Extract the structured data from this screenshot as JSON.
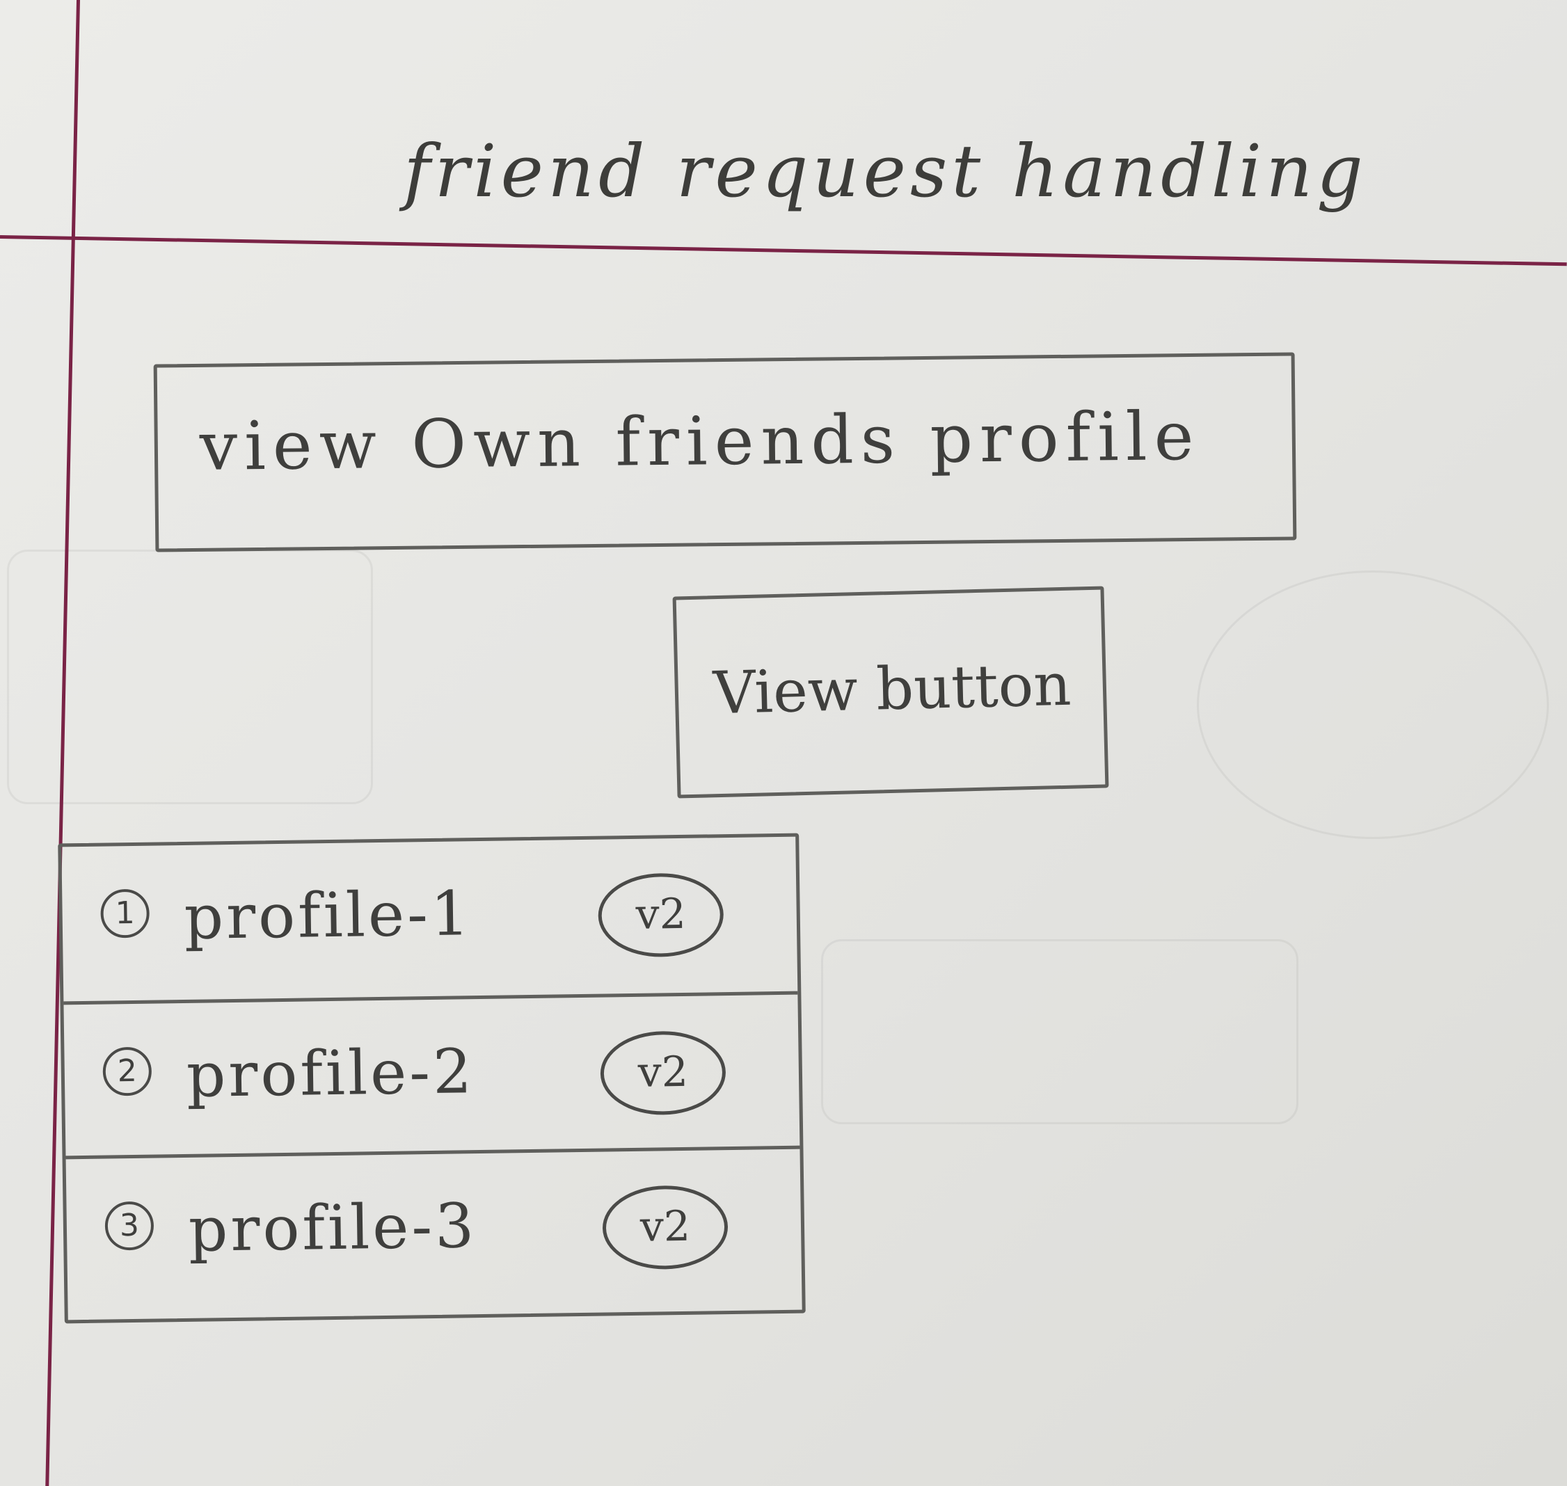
{
  "page": {
    "title": "friend request handling"
  },
  "view_own_friends": {
    "label": "view Own friends profile"
  },
  "view_button": {
    "label": "View button"
  },
  "profile_list": {
    "rows": [
      {
        "number": "1",
        "name": "profile-1",
        "action": "v2"
      },
      {
        "number": "2",
        "name": "profile-2",
        "action": "v2"
      },
      {
        "number": "3",
        "name": "profile-3",
        "action": "v2"
      }
    ]
  },
  "colors": {
    "margin_line": "#7a2346",
    "ink": "#3e3e3c",
    "paper": "#e6e6e3"
  }
}
